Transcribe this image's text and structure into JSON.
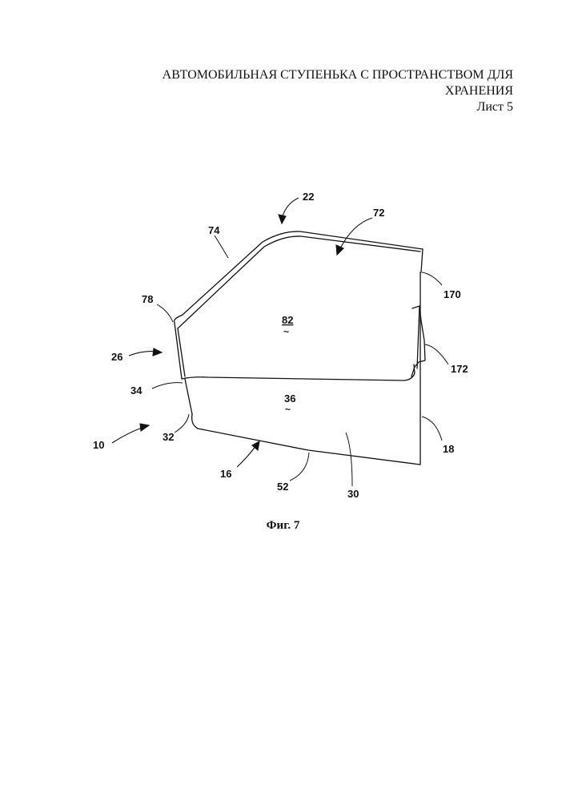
{
  "header": {
    "title_line1": "АВТОМОБИЛЬНАЯ СТУПЕНЬКА С ПРОСТРАНСТВОМ ДЛЯ",
    "title_line2": "ХРАНЕНИЯ",
    "sheet": "Лист 5"
  },
  "figure": {
    "caption": "Фиг. 7",
    "labels": {
      "l22": "22",
      "l72": "72",
      "l74": "74",
      "l170": "170",
      "l78": "78",
      "l82": "82",
      "l26": "26",
      "l172": "172",
      "l34": "34",
      "l36": "36",
      "l10": "10",
      "l32": "32",
      "l18": "18",
      "l16": "16",
      "l52": "52",
      "l30": "30"
    }
  }
}
